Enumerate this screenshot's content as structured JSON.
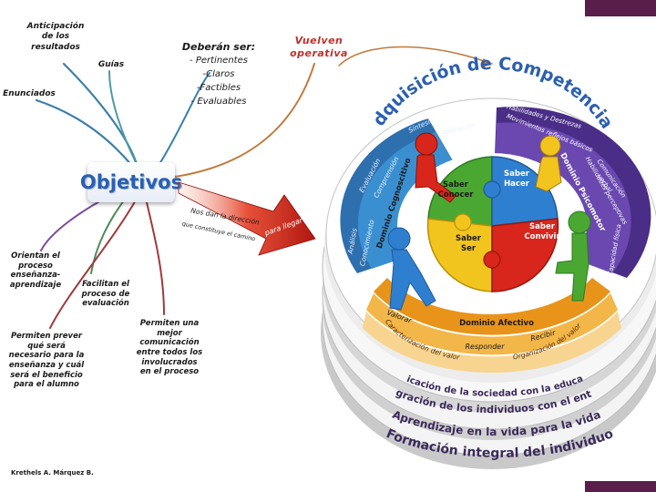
{
  "mindmap": {
    "center": "Objetivos",
    "branches": [
      {
        "label": "Anticipación\nde los\nresultados"
      },
      {
        "label": "Guías"
      },
      {
        "label": "Enunciados"
      },
      {
        "label": "Orientan el\nproceso\nenseñanza-\naprendizaje"
      },
      {
        "label": "Facilitan el\nproceso de\nevaluación"
      },
      {
        "label": "Permiten prever\nqué será\nnecesario para la\nenseñanza y cuál\nserá el beneficio\npara el alumno"
      },
      {
        "label": "Permiten una\nmejor\ncomunicación\nentre todos los\ninvolucrados\nen el proceso"
      }
    ],
    "deberan": {
      "title": "Deberán ser:",
      "items": [
        "- Pertinentes",
        "-Claros",
        "-Factibles",
        "- Evaluables"
      ]
    },
    "vuelven": "Vuelven\noperativa",
    "arrow_text_1": "Nos dan la dirección",
    "arrow_text_2": "que constituye el camino",
    "arrow_banner": "para llegar a",
    "author": "Krethels A. Márquez B."
  },
  "wheel": {
    "title": "Adquisición de Competencias",
    "puzzle": {
      "saber_conocer": "Saber\nConocer",
      "saber_hacer": "Saber\nHacer",
      "saber_ser": "Saber\nSer",
      "saber_convivir": "Saber\nConvivir"
    },
    "cognitive": {
      "domain": "Dominio Cognoscitivo",
      "items": [
        "Síntesis",
        "Aplicación",
        "Evaluación",
        "Comprensión",
        "Análisis",
        "Conocimiento"
      ]
    },
    "psychomotor": {
      "domain": "Dominio Psicomotor",
      "items": [
        "Habilidades y Destrezas",
        "Movimientos reflejos básicos",
        "Comunicación verbal",
        "Habilidades perceptivas",
        "Capacidad física"
      ]
    },
    "affective": {
      "domain": "Dominio Afectivo",
      "items": [
        "Valorar",
        "Caracterización del valor",
        "Responder",
        "Recibir",
        "Organización del valor"
      ]
    },
    "layers": [
      "Implicación de la sociedad con la educación",
      "Integración de los individuos con el entorno",
      "Aprendizaje en la vida para la vida",
      "Formación integral del individuo"
    ]
  },
  "colors": {
    "corner": "#5a1e4a",
    "title_blue": "#2b5fb0",
    "arrow_red": "#d8261c",
    "cognitive": "#3a8fd0",
    "psychomotor": "#5b3a99",
    "affective": "#f0a020",
    "puzzle_green": "#4aa832",
    "puzzle_blue": "#2f7fd0",
    "puzzle_yellow": "#f2c41e",
    "puzzle_red": "#d8261c"
  }
}
